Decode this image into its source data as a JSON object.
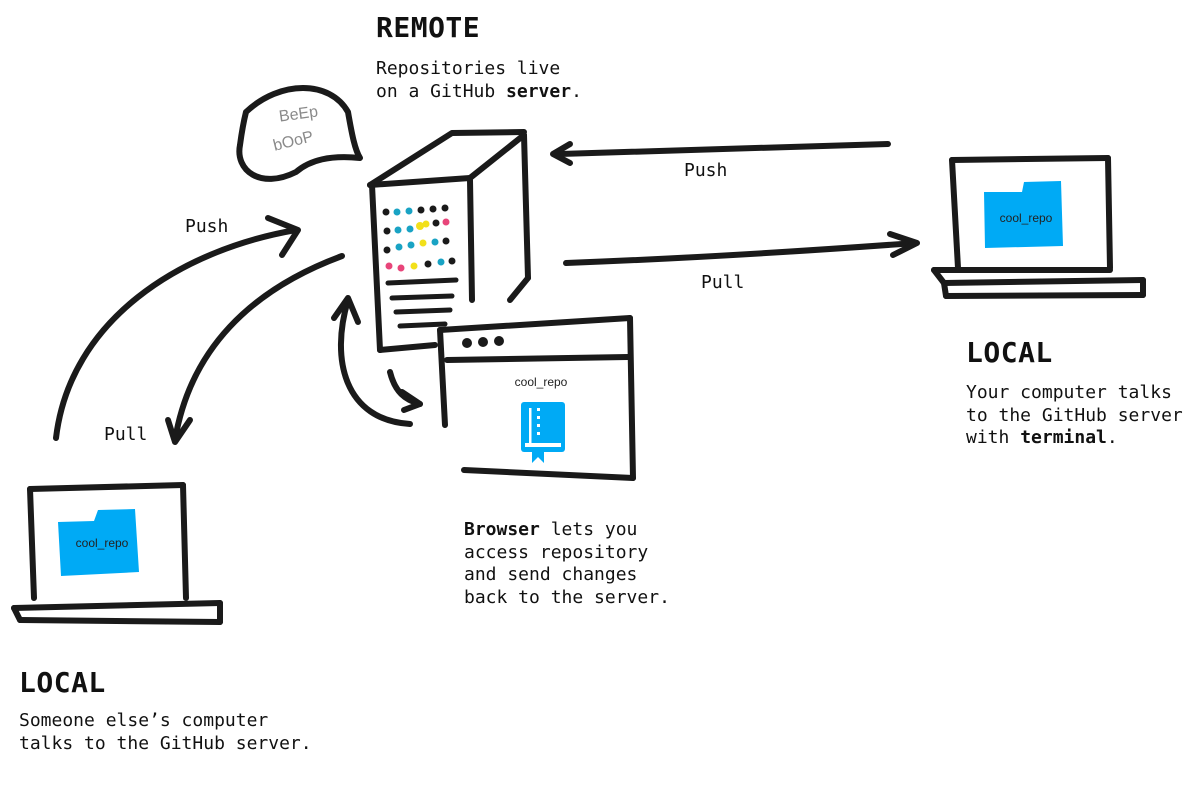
{
  "remote": {
    "heading": "REMOTE",
    "line1": "Repositories live",
    "line2_pre": "on a GitHub ",
    "line2_bold": "server",
    "line2_post": "."
  },
  "server_bubble": {
    "line1": "BeEp",
    "line2": "bOoP"
  },
  "arrows": {
    "push_right": "Push",
    "pull_right": "Pull",
    "push_left": "Push",
    "pull_left": "Pull"
  },
  "local_right": {
    "heading": "LOCAL",
    "line1": "Your computer talks",
    "line2": "to the GitHub server",
    "line3_pre": "with ",
    "line3_bold": "terminal",
    "line3_post": "."
  },
  "local_left": {
    "heading": "LOCAL",
    "line1": "Someone else’s computer",
    "line2": "talks to the GitHub server."
  },
  "browser": {
    "repo_name": "cool_repo",
    "desc_bold": "Browser",
    "desc_line1_post": " lets you",
    "desc_line2": "access repository",
    "desc_line3": "and send changes",
    "desc_line4": "back to the server."
  },
  "laptop_right": {
    "folder_label": "cool_repo"
  },
  "laptop_left": {
    "folder_label": "cool_repo"
  },
  "colors": {
    "ink": "#111111",
    "folder_blue": "#00aaf5",
    "bubble_text": "#8a8a8a",
    "led_teal": "#19a3c4",
    "led_yellow": "#f2e01a",
    "led_pink": "#e8457a"
  }
}
